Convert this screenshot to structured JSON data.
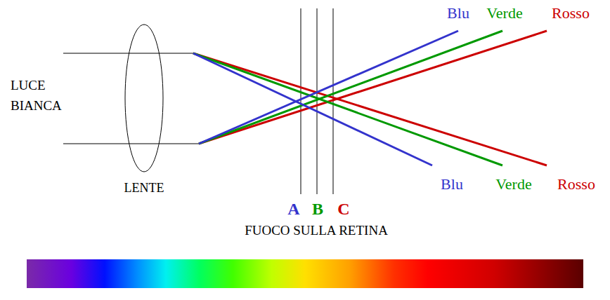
{
  "diagram": {
    "labels": [
      "Blu",
      "Verde",
      "Rosso",
      "LUCE BIANCA",
      "Blu",
      "Verde",
      "Rosso",
      "LENTE",
      "A",
      "B",
      "C",
      "FUOCO SULLA RETINA"
    ]
  }
}
